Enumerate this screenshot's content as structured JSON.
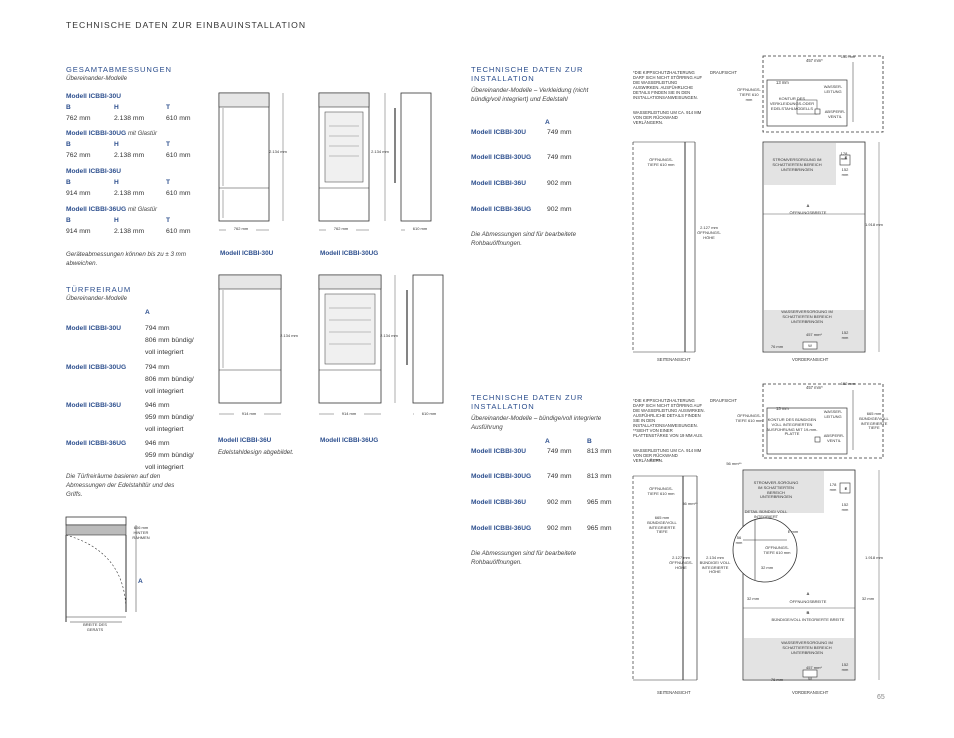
{
  "header": {
    "title": "TECHNISCHE DATEN ZUR EINBAUINSTALLATION"
  },
  "overall": {
    "title": "GESAMTABMESSUNGEN",
    "subtitle": "Übereinander-Modelle",
    "cols": {
      "b": "B",
      "h": "H",
      "t": "T"
    },
    "models": [
      {
        "name": "Modell ICBBI-30U",
        "note": "",
        "b": "762 mm",
        "h": "2.138 mm",
        "t": "610 mm"
      },
      {
        "name": "Modell ICBBI-30UG",
        "note": "mit Glastür",
        "b": "762 mm",
        "h": "2.138 mm",
        "t": "610 mm"
      },
      {
        "name": "Modell ICBBI-36U",
        "note": "",
        "b": "914 mm",
        "h": "2.138 mm",
        "t": "610 mm"
      },
      {
        "name": "Modell ICBBI-36UG",
        "note": "mit Glastür",
        "b": "914 mm",
        "h": "2.138 mm",
        "t": "610 mm"
      }
    ],
    "footnote": "Geräteabmessungen können bis zu ± 3 mm abweichen."
  },
  "door": {
    "title": "TÜRFREIRAUM",
    "subtitle": "Übereinander-Modelle",
    "col_a": "A",
    "models": [
      {
        "name": "Modell ICBBI-30U",
        "v1": "794 mm",
        "v2": "806 mm bündig/",
        "v3": "voll integriert"
      },
      {
        "name": "Modell ICBBI-30UG",
        "v1": "794 mm",
        "v2": "806 mm bündig/",
        "v3": "voll integriert"
      },
      {
        "name": "Modell ICBBI-36U",
        "v1": "946 mm",
        "v2": "959 mm bündig/",
        "v3": "voll integriert"
      },
      {
        "name": "Modell ICBBI-36UG",
        "v1": "946 mm",
        "v2": "959 mm bündig/",
        "v3": "voll integriert"
      }
    ],
    "footnote": "Die Türfreiräume basieren auf den Abmessungen der Edelstahltür und des Griffs."
  },
  "door_diagram": {
    "frame": "606 mm HINTER RAHMEN",
    "a": "A",
    "width": "BREITE DES GERÄTS"
  },
  "figures": {
    "top_dims": {
      "height": "2.134 mm",
      "w30": "762 mm",
      "depth": "610 mm",
      "w36": "914 mm"
    },
    "captions": {
      "m30u": "Modell ICBBI-30U",
      "m30ug": "Modell ICBBI-30UG",
      "m36u": "Modell ICBBI-36U",
      "m36ug": "Modell ICBBI-36UG",
      "note": "Edelstahldesign abgebildet."
    }
  },
  "install1": {
    "title1": "TECHNISCHE DATEN ZUR",
    "title2": "INSTALLATION",
    "desc": "Übereinander-Modelle – Verkleidung (nicht bündig/voll integriert) und Edelstahl",
    "col_a": "A",
    "rows": [
      {
        "name": "Modell ICBBI-30U",
        "a": "749 mm"
      },
      {
        "name": "Modell ICBBI-30UG",
        "a": "749 mm"
      },
      {
        "name": "Modell ICBBI-36U",
        "a": "902 mm"
      },
      {
        "name": "Modell ICBBI-36UG",
        "a": "902 mm"
      }
    ],
    "note": "Die Abmessungen sind für bearbeitete Rohbauöffnungen."
  },
  "install2": {
    "title1": "TECHNISCHE DATEN ZUR",
    "title2": "INSTALLATION",
    "desc": "Übereinander-Modelle – bündige/voll integrierte Ausführung",
    "col_a": "A",
    "col_b": "B",
    "rows": [
      {
        "name": "Modell ICBBI-30U",
        "a": "749 mm",
        "b": "813 mm"
      },
      {
        "name": "Modell ICBBI-30UG",
        "a": "749 mm",
        "b": "813 mm"
      },
      {
        "name": "Modell ICBBI-36U",
        "a": "902 mm",
        "b": "965 mm"
      },
      {
        "name": "Modell ICBBI-36UG",
        "a": "902 mm",
        "b": "965 mm"
      }
    ],
    "note": "Die Abmessungen sind für bearbeitete Rohbauöffnungen."
  },
  "plan1": {
    "note1": "*DIE KIPPSCHUTZHALTERUNG DARF SICH NICHT STÖRRING AUF DIE WASSERLEITUNG AUSWIRKEN. AUSFÜHRLICHE DETAILS FINDEN SIE IN DEN INSTALLATIONSANWEISUNGEN.",
    "note2": "WASSERLEITUNG UM CA. 914 MM VON DER RÜCKWAND VERLÄNGERN.",
    "draufsicht": "DRAUFSICHT",
    "d457": "457 mm*",
    "d152": "152 mm",
    "d13": "13 mm",
    "depth": "ÖFFNUNGS-TIEFE 610 mm",
    "kontur": "KONTUR DES VERKLEIDUNGS-ODER EDELSTAHLMODELLS",
    "wasserleitung": "WASSER-LEITUNG",
    "absperr": "ABSPERR-VENTIL",
    "side_depth": "ÖFFNUNGS-TIEFE 610 mm",
    "strom": "STROMVERSORGUNG IM SCHATTIERTEN BEREICH UNTERBRINGEN",
    "d178": "178 mm",
    "e": "E",
    "a": "A",
    "breite": "ÖFFNUNGSBREITE",
    "hoehe": "2.127 mm ÖFFNUNGS-HÖHE",
    "d1918": "1.918 mm",
    "wasser": "WASSERVERSORGUNG IM SCHATTIERTEN BEREICH UNTERBRINGEN",
    "d76": "76 mm",
    "w": "W",
    "seite": "SEITENANSICHT",
    "vorder": "VORDERANSICHT"
  },
  "plan2": {
    "note1": "*DIE KIPPSCHUTZHALTERUNG DARF SICH NICHT STÖRRING AUF DIE WASSERLEITUNG AUSWIRKEN. AUSFÜHRLICHE DETAILS FINDEN SIE IN DEN INSTALLATIONSANWEISUNGEN.",
    "note2": "**SIEHT VON EINER PLATTENSTÄRKE VON 19 MM AUS.",
    "note3": "WASSERLEITUNG UM CA. 914 MM VON DER RÜCKWAND VERLÄNGERN.",
    "draufsicht": "DRAUFSICHT",
    "d457": "457 mm*",
    "d152": "152 mm",
    "d13": "13 mm",
    "depth": "ÖFFNUNGS-TIEFE 610 mm",
    "kontur": "KONTUR DES BÜNDIGEN VOLL INTEGRIERTEN AUSFÜHRUNG MIT 19-mm-PLATTE",
    "wasserleitung": "WASSER-LEITUNG",
    "absperr": "ABSPERR-VENTIL",
    "d665": "665 mm BÜNDIGE/VOLL INTEGRIERTE TIEFE",
    "d56": "56 mm**",
    "d6": "6 mm",
    "side_depth": "ÖFFNUNGS-TIEFE 610 mm",
    "d56b": "56 mm**",
    "d665b": "665 mm BÜNDIGE/VOLL INTEGRIERTE TIEFE",
    "strom": "STROMVER-SORGUNG IM SCHATTIERTEN BEREICH UNTERBRINGEN",
    "d178": "178 mm",
    "e": "E",
    "detail": "DETAIL BÜNDIG/ VOLL INTEGRIERT",
    "det_e": "E mm",
    "det_56": "56 mm",
    "det_depth": "ÖFFNUNGS-TIEFE 610 mm",
    "det_32": "32 mm",
    "hoehe": "2.127 mm ÖFFNUNGS-HÖHE",
    "hoehe2": "2.134 mm BÜNDIGE/ VOLL INTEGRIERTE HÖHE",
    "d1918": "1.918 mm",
    "d32": "32 mm",
    "a": "A",
    "breite": "ÖFFNUNGSBREITE",
    "b": "B",
    "bbreite": "BÜNDIGE/VOLL INTEGRIERTE BREITE",
    "wasser": "WASSERVERSORGUNG IM SCHATTIERTEN BEREICH UNTERBRINGEN",
    "d76": "76 mm",
    "w": "W",
    "seite": "SEITENANSICHT",
    "vorder": "VORDERANSICHT"
  },
  "page": {
    "number": "65"
  }
}
